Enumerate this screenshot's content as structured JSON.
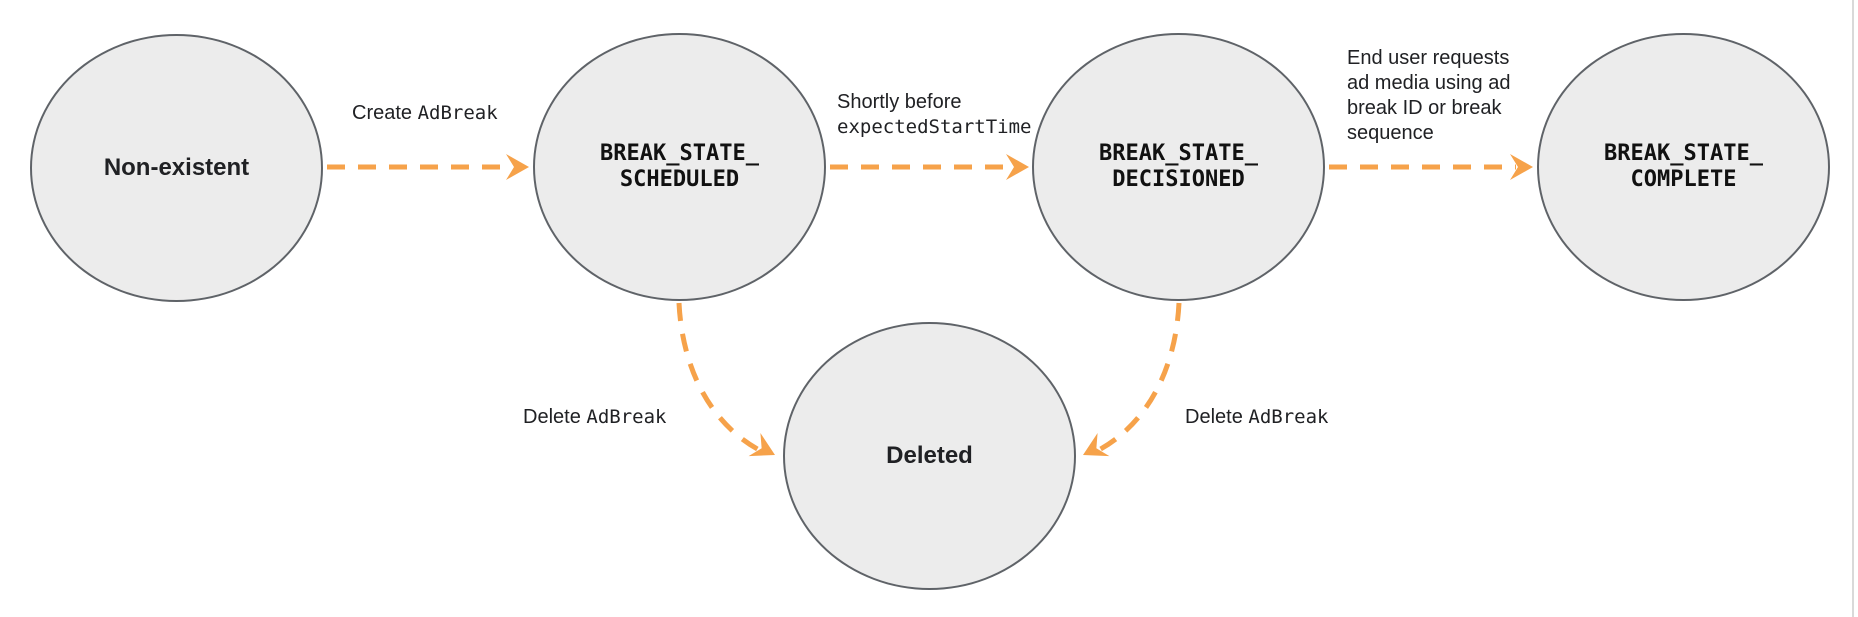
{
  "colors": {
    "background": "#ffffff",
    "node_fill": "#ececec",
    "node_border": "#5f6368",
    "arrow": "#F6A24A",
    "text": "#202124",
    "right_edge_line": "#d9d9d9"
  },
  "nodes": {
    "non_existent": {
      "label": "Non-existent"
    },
    "scheduled": {
      "line1": "BREAK_STATE_",
      "line2": "SCHEDULED"
    },
    "decisioned": {
      "line1": "BREAK_STATE_",
      "line2": "DECISIONED"
    },
    "complete": {
      "line1": "BREAK_STATE_",
      "line2": "COMPLETE"
    },
    "deleted": {
      "label": "Deleted"
    }
  },
  "edges": {
    "create": {
      "prefix": "Create ",
      "code": "AdBreak"
    },
    "shortly_before": {
      "line1": "Shortly before",
      "code": "expectedStartTime"
    },
    "end_user": {
      "lines": [
        "End user requests",
        "ad media using ad",
        "break ID or break",
        "sequence"
      ]
    },
    "delete_left": {
      "prefix": "Delete ",
      "code": "AdBreak"
    },
    "delete_right": {
      "prefix": "Delete ",
      "code": "AdBreak"
    }
  }
}
